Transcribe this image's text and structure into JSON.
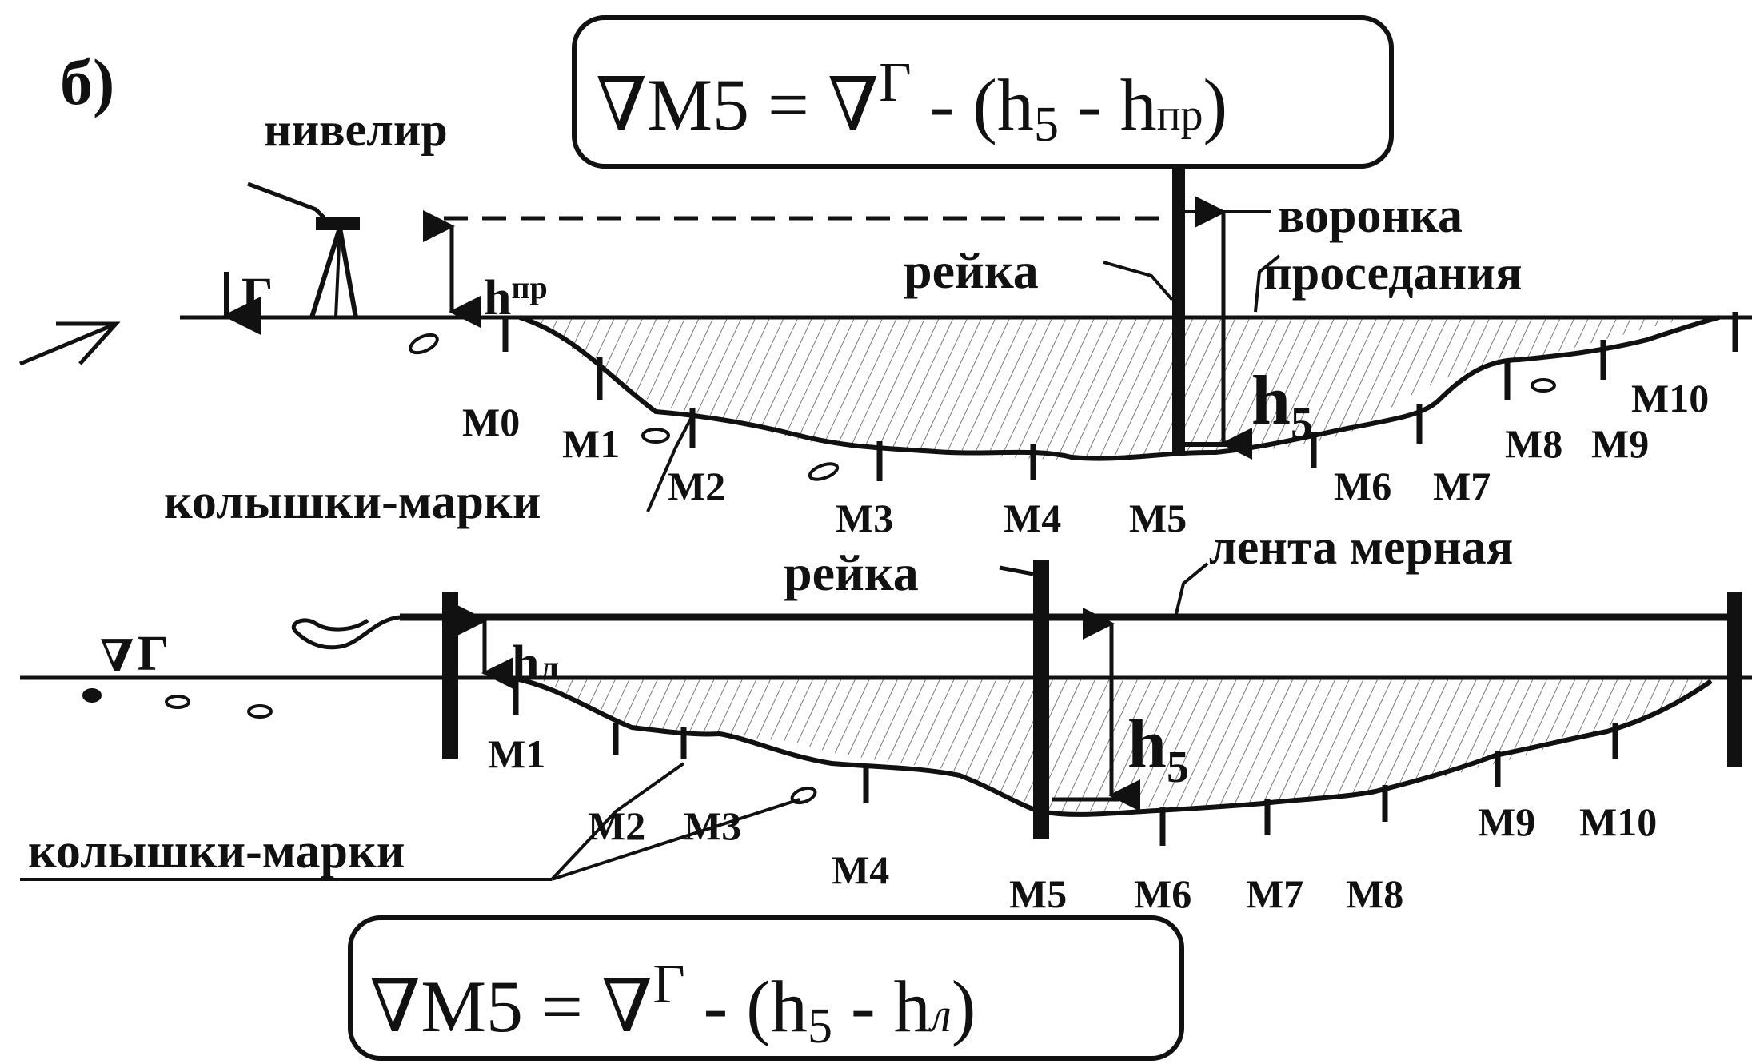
{
  "panel_label": "б)",
  "top": {
    "formula": {
      "nabla1": "∇",
      "main": "M5 = ",
      "nabla2": "∇",
      "sup": "Г",
      "rest": " - (h",
      "sub": "5",
      "tail": " - h",
      "tail_small": "пр",
      "close": ")"
    },
    "instrument_label": "нивелир",
    "benchmark_label": "Г",
    "hpr_label": "h",
    "hpr_sup": "пр",
    "staff_label": "рейка",
    "funnel_label_line1": "воронка",
    "funnel_label_line2": "проседания",
    "h5_label": "h",
    "h5_sub": "5",
    "pegs_label": "колышки-марки",
    "marks": [
      "M0",
      "M1",
      "M2",
      "M3",
      "M4",
      "M5",
      "M6",
      "M7",
      "M8",
      "M9",
      "M10"
    ]
  },
  "bottom": {
    "formula": {
      "nabla1": "∇",
      "main": "M5 = ",
      "nabla2": "∇",
      "sup": "Г",
      "rest": " - (h",
      "sub": "5",
      "tail": " - h",
      "tail_small": "л",
      "close": ")"
    },
    "benchmark_label": "Г",
    "hl_label": "h",
    "hl_sub": "л",
    "staff_label": "рейка",
    "tape_label": "лента мерная",
    "h5_label": "h",
    "h5_sub": "5",
    "pegs_label": "колышки-марки",
    "marks": [
      "M1",
      "M2",
      "M3",
      "M4",
      "M5",
      "M6",
      "M7",
      "M8",
      "M9",
      "M10"
    ]
  }
}
